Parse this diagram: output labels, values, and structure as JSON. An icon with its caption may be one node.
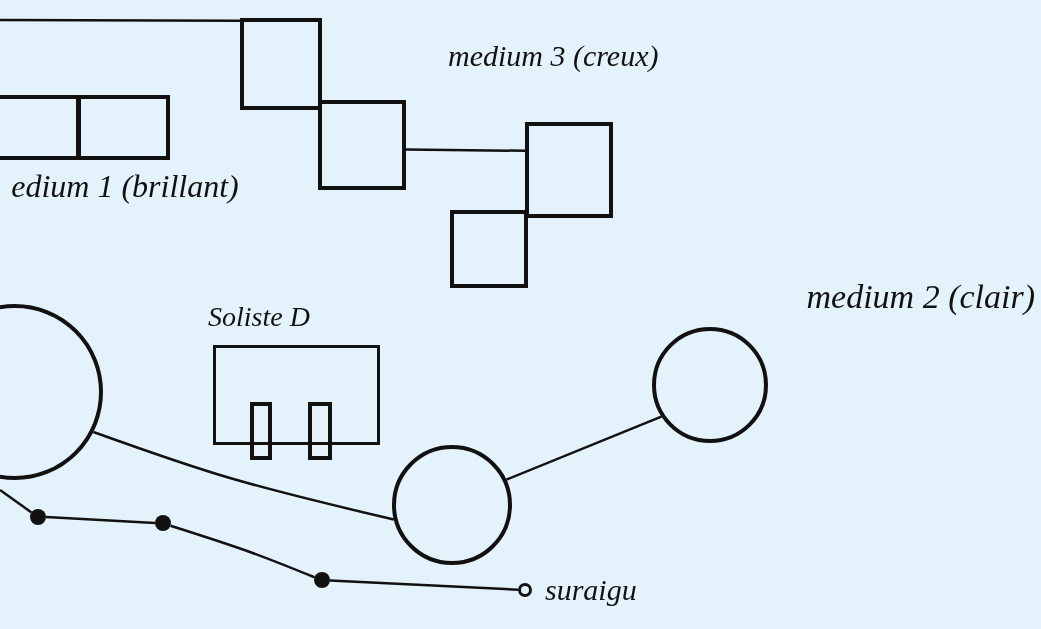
{
  "diagram": {
    "nodes": [
      {
        "text": [],
        "shape": "box",
        "beside": [
          "edium 1 (brillant)"
        ]
      },
      {
        "text": [],
        "shape": "box"
      },
      {
        "text": [],
        "shape": "box"
      },
      {
        "text": [],
        "shape": "box"
      },
      {
        "text": [],
        "shape": "box"
      },
      {
        "text": [
          "Soliste D"
        ]
      },
      {
        "text": [],
        "shape": "box"
      },
      {
        "text": [],
        "shape": "box"
      },
      {
        "text": [],
        "shape": "circle"
      },
      {
        "text": [],
        "shape": "circle"
      },
      {
        "text": [],
        "shape": "circle",
        "beside": [
          "medium 2 (clair)"
        ]
      },
      {
        "text": [],
        "shape": "dot"
      },
      {
        "text": [],
        "shape": "dot"
      },
      {
        "text": [],
        "shape": "dot"
      },
      {
        "text": [],
        "shape": "circle",
        "beside": [
          "suraigu"
        ]
      }
    ],
    "edges": [
      {
        "from": null,
        "to": 1,
        "arrow": "none"
      },
      {
        "from": 2,
        "to": 3,
        "arrow": "none"
      },
      {
        "from": 8,
        "to": 9,
        "arrow": "none"
      },
      {
        "from": 9,
        "to": 10,
        "arrow": "none"
      },
      {
        "from": null,
        "to": 11,
        "arrow": "none"
      },
      {
        "from": 11,
        "to": 12,
        "arrow": "none"
      },
      {
        "from": 12,
        "to": 13,
        "arrow": "none"
      },
      {
        "from": 13,
        "to": 14,
        "arrow": "none"
      }
    ],
    "labels": [
      "medium 3 (creux)"
    ]
  }
}
